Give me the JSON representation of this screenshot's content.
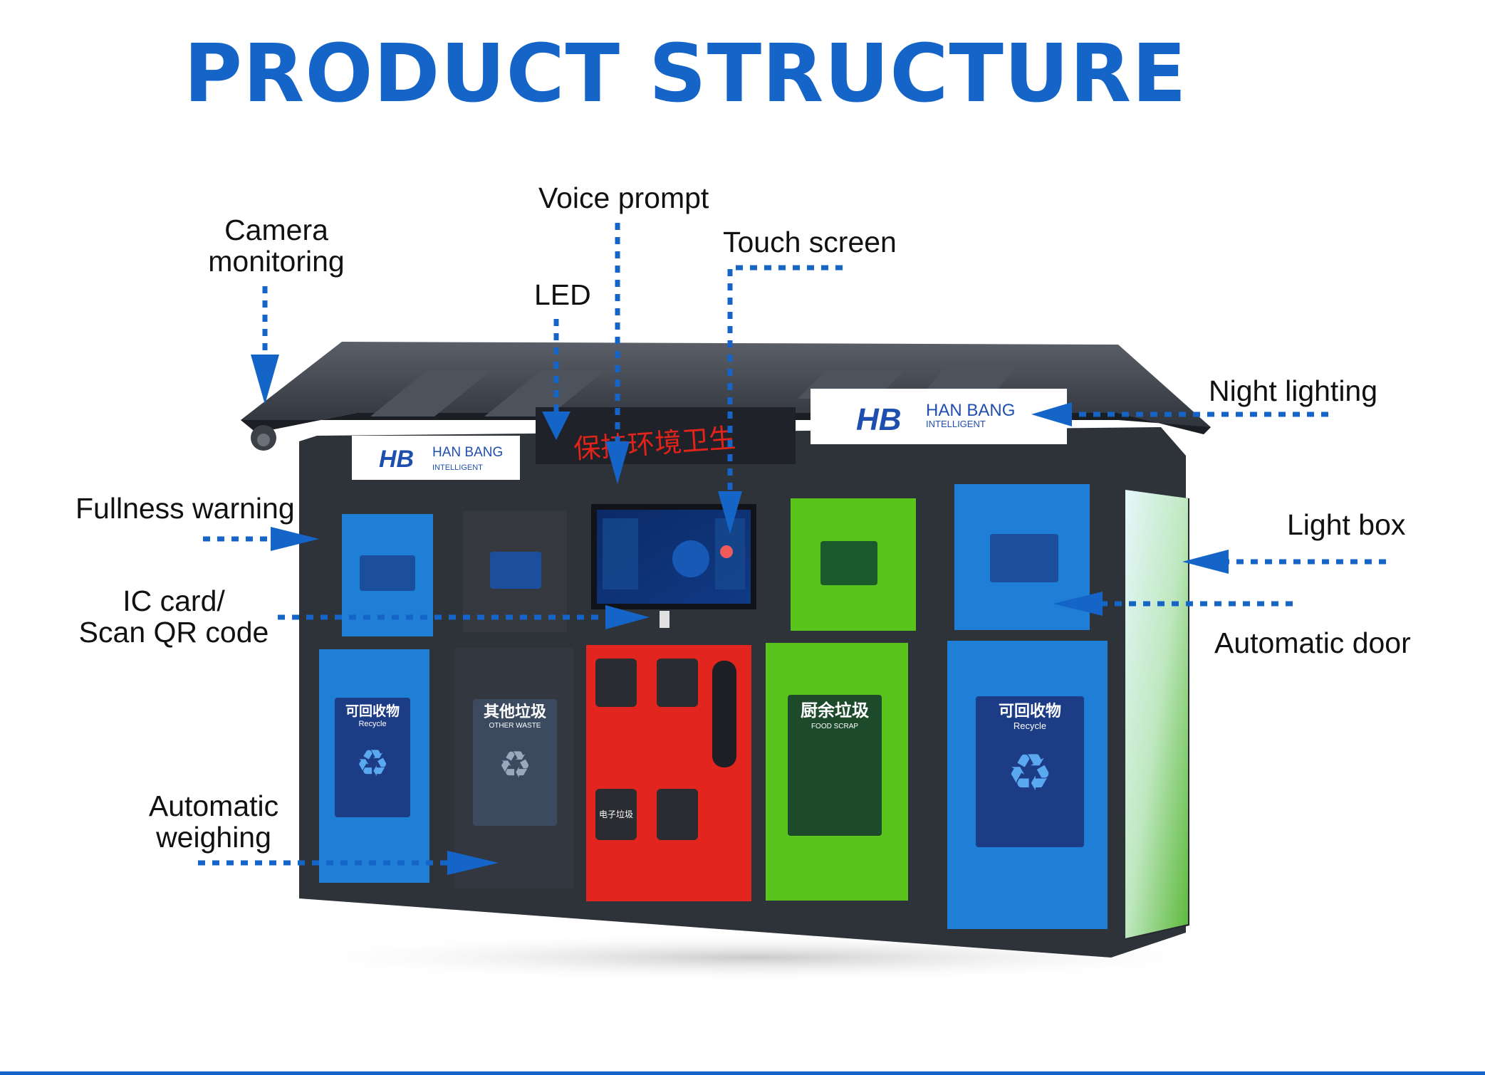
{
  "title": "PRODUCT STRUCTURE",
  "labels": {
    "camera": [
      "Camera",
      "monitoring"
    ],
    "voice": "Voice prompt",
    "touch": "Touch screen",
    "led": "LED",
    "night": "Night lighting",
    "fullness": "Fullness warning",
    "light_box": "Light box",
    "ic_card": [
      "IC card/",
      "Scan QR code"
    ],
    "auto_door": "Automatic door",
    "weighing": [
      "Automatic",
      "weighing"
    ]
  },
  "machine": {
    "brand_name": "HAN BANG",
    "brand_sub": "INTELLIGENT",
    "brand_logo": "HB",
    "led_text": "保持环境卫生",
    "bins": [
      {
        "cn": "可回收物",
        "en": "Recycle",
        "color": "#1f7fd6"
      },
      {
        "cn": "其他垃圾",
        "en": "OTHER WASTE",
        "color": "#3a3a3a"
      },
      {
        "cn": "",
        "en": "",
        "color": "#e3251f"
      },
      {
        "cn": "厨余垃圾",
        "en": "FOOD SCRAP",
        "color": "#58c41c"
      },
      {
        "cn": "可回收物",
        "en": "Recycle",
        "color": "#1f7fd6"
      }
    ],
    "hazard_boxes": [
      "电子垃圾"
    ],
    "arrow_color": "#1565c9"
  }
}
